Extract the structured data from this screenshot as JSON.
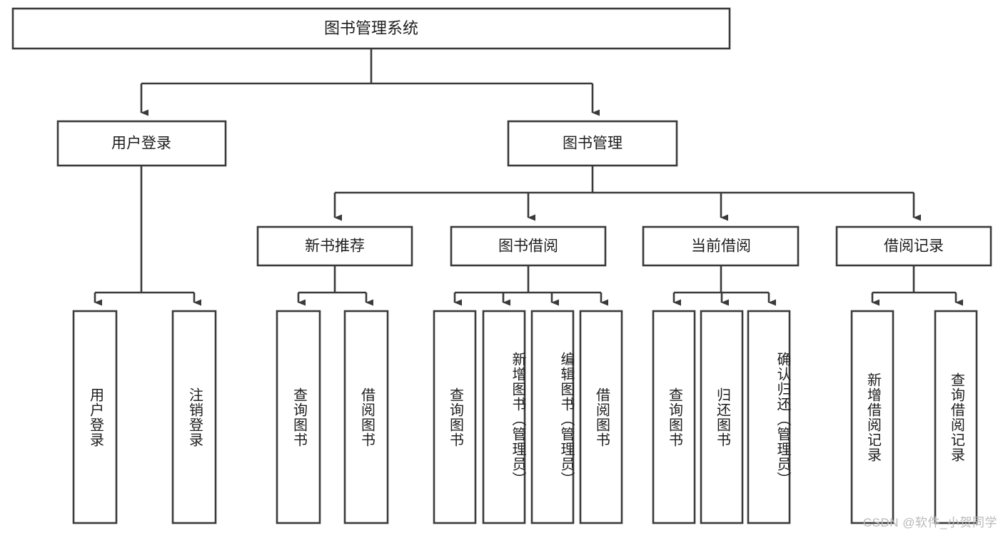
{
  "diagram": {
    "title": "图书管理系统",
    "type": "tree-hierarchy-diagram",
    "colors": {
      "box_stroke": "#3a3a3a",
      "box_fill": "#ffffff",
      "connector": "#3a3a3a",
      "text": "#1d1d1d",
      "watermark": "#b9b9b9",
      "background": "#ffffff"
    },
    "root": {
      "label": "图书管理系统"
    },
    "level2": [
      {
        "label": "用户登录"
      },
      {
        "label": "图书管理"
      }
    ],
    "level3": [
      {
        "label": "新书推荐"
      },
      {
        "label": "图书借阅"
      },
      {
        "label": "当前借阅"
      },
      {
        "label": "借阅记录"
      }
    ],
    "leaves": {
      "user_login": [
        {
          "label": "用户登录"
        },
        {
          "label": "注销登录"
        }
      ],
      "new_book_recommend": [
        {
          "label": "查询图书"
        },
        {
          "label": "借阅图书"
        }
      ],
      "book_borrow": [
        {
          "label": "查询图书"
        },
        {
          "label": "新增图书（管理员）"
        },
        {
          "label": "编辑图书（管理员）"
        },
        {
          "label": "借阅图书"
        }
      ],
      "current_borrow": [
        {
          "label": "查询图书"
        },
        {
          "label": "归还图书"
        },
        {
          "label": "确认归还（管理员）"
        }
      ],
      "borrow_record": [
        {
          "label": "新增借阅记录"
        },
        {
          "label": "查询借阅记录"
        }
      ]
    }
  },
  "watermark": {
    "text": "CSDN @软件_小贺同学"
  }
}
